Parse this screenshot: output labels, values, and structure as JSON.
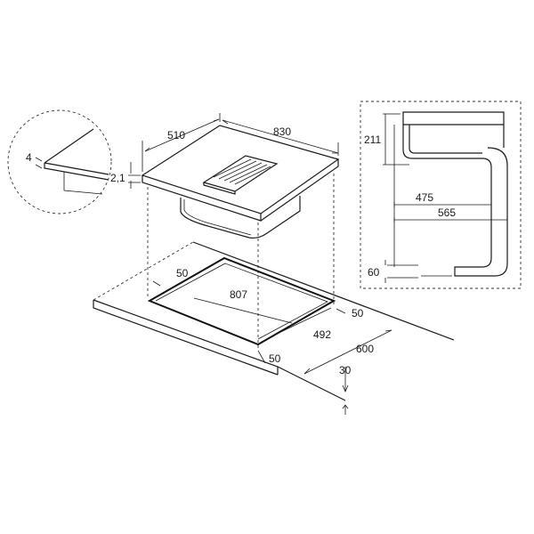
{
  "labels": {
    "edge_4": "4",
    "hob_width_830": "830",
    "hob_depth_510": "510",
    "hob_thickness_2_1": "2,1",
    "unit_height_211": "211",
    "cutout_depth_475": "475",
    "overall_depth_565": "565",
    "bottom_60": "60",
    "clearance_50_top": "50",
    "cutout_width_807": "807",
    "clearance_50_right": "50",
    "cutout_depth_492": "492",
    "counter_depth_600": "600",
    "clearance_50_front": "50",
    "counter_thickness_30": "30"
  }
}
